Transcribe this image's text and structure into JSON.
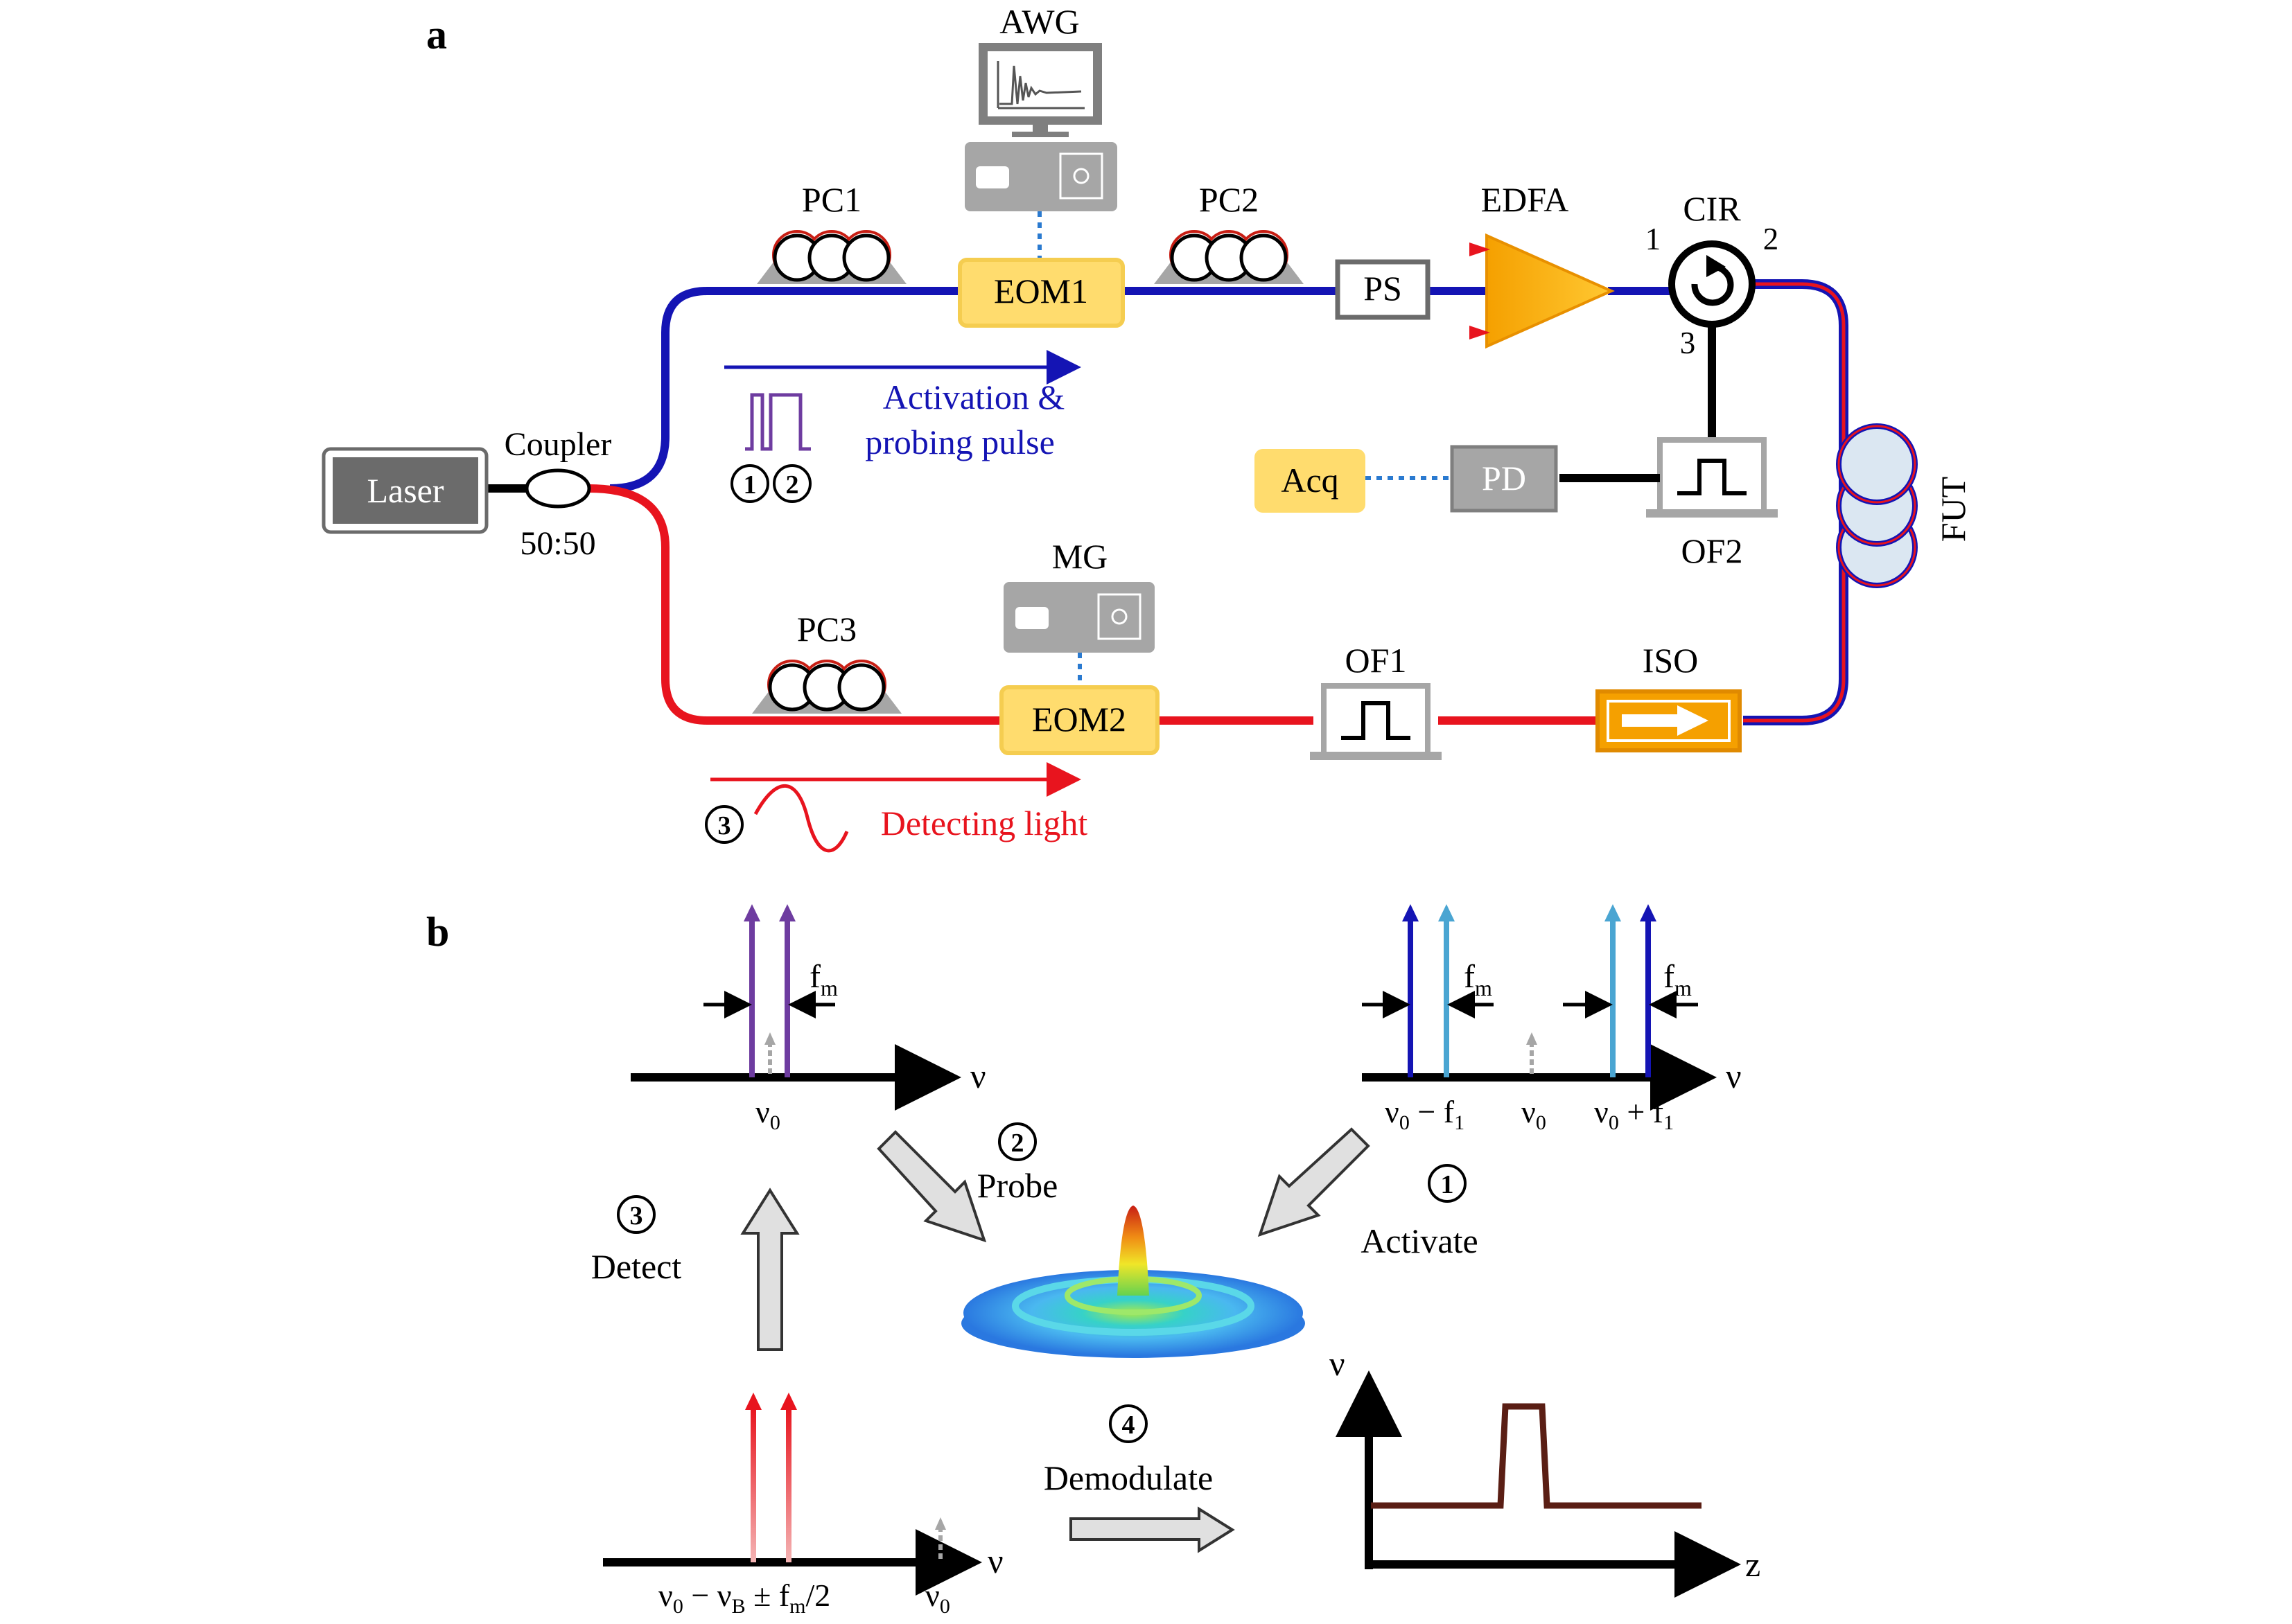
{
  "panel_a": {
    "label": "a",
    "laser": "Laser",
    "coupler": "Coupler",
    "coupler_ratio": "50:50",
    "pc1": "PC1",
    "pc2": "PC2",
    "pc3": "PC3",
    "awg": "AWG",
    "mg": "MG",
    "eom1": "EOM1",
    "eom2": "EOM2",
    "ps": "PS",
    "edfa": "EDFA",
    "cir": "CIR",
    "cir_port1": "1",
    "cir_port2": "2",
    "cir_port3": "3",
    "fut": "FUT",
    "of1": "OF1",
    "of2": "OF2",
    "iso": "ISO",
    "pd": "PD",
    "acq": "Acq",
    "pulse_text_1": "Activation &",
    "pulse_text_2": "probing pulse",
    "pulse_num_1": "1",
    "pulse_num_2": "2",
    "detect_num": "3",
    "detect_text": "Detecting light"
  },
  "panel_b": {
    "label": "b",
    "nu": "ν",
    "z": "z",
    "fm": "f",
    "fm_sub": "m",
    "tl_nu0": "ν",
    "tl_nu0_sub": "0",
    "tr_left": "ν",
    "tr_left_sub": "0",
    "tr_left_rest": " − f",
    "tr_left_sub2": "1",
    "tr_mid": "ν",
    "tr_mid_sub": "0",
    "tr_right": "ν",
    "tr_right_sub": "0",
    "tr_right_rest": " + f",
    "tr_right_sub2": "1",
    "bl_left": "ν",
    "bl_left_sub": "0",
    "bl_left_mid": " − ν",
    "bl_left_sub2": "B",
    "bl_left_rest": " ± f",
    "bl_left_sub3": "m",
    "bl_left_end": "/2",
    "bl_right": "ν",
    "bl_right_sub": "0",
    "step1_num": "1",
    "step1": "Activate",
    "step2_num": "2",
    "step2": "Probe",
    "step3_num": "3",
    "step3": "Detect",
    "step4_num": "4",
    "step4": "Demodulate"
  },
  "colors": {
    "blue": "#1414b4",
    "red": "#e8141e",
    "purple": "#6e3ca0",
    "yellow": "#ffdc6e",
    "orange": "#f5a000",
    "grey": "#7f7f7f",
    "darkred": "#5a1e14"
  }
}
